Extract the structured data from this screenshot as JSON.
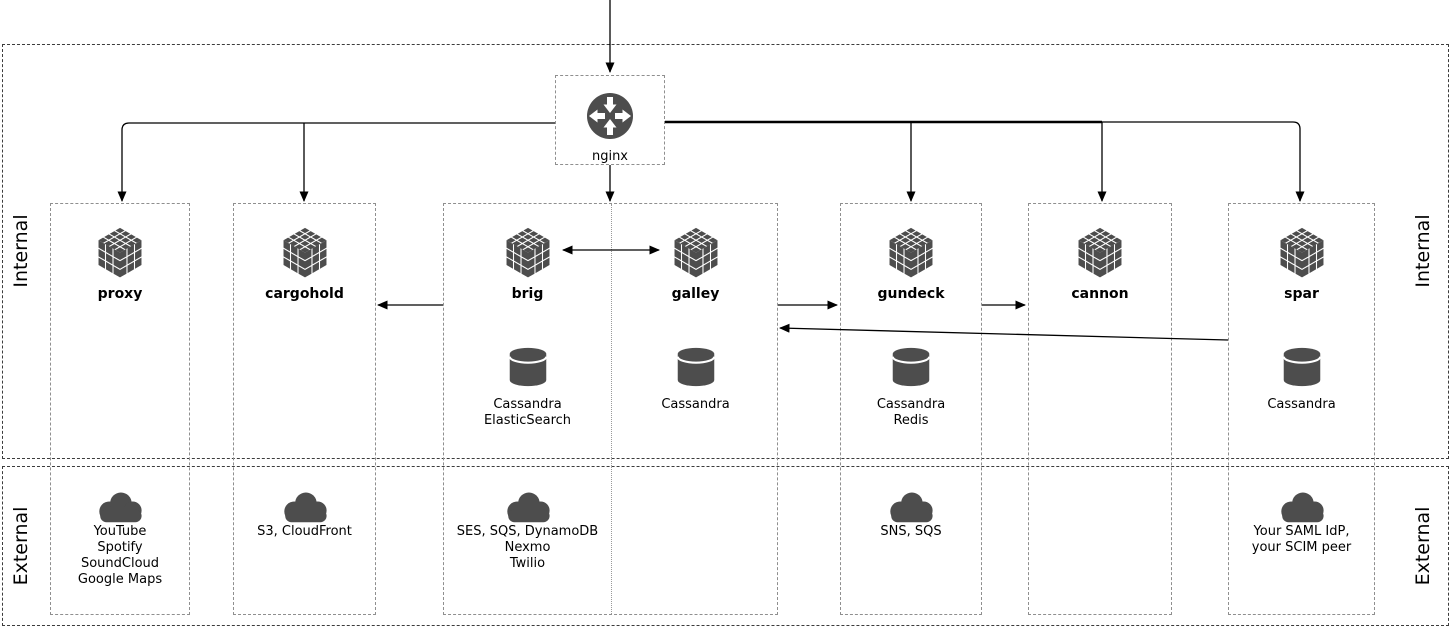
{
  "zones": {
    "internal": "Internal",
    "external": "External"
  },
  "router": {
    "label": "nginx",
    "icon": "router-icon"
  },
  "services": {
    "proxy": {
      "label": "proxy",
      "icon": "cube-icon",
      "external_icon": "cloud-icon",
      "external_lines": [
        "YouTube",
        "Spotify",
        "SoundCloud",
        "Google Maps"
      ]
    },
    "cargohold": {
      "label": "cargohold",
      "icon": "cube-icon",
      "external_icon": "cloud-icon",
      "external_lines": [
        "S3, CloudFront"
      ]
    },
    "brig": {
      "label": "brig",
      "icon": "cube-icon",
      "datastore_icon": "database-cylinder-icon",
      "datastore_lines": [
        "Cassandra",
        "ElasticSearch"
      ],
      "external_icon": "cloud-icon",
      "external_lines": [
        "SES, SQS, DynamoDB",
        "Nexmo",
        "Twilio"
      ]
    },
    "galley": {
      "label": "galley",
      "icon": "cube-icon",
      "datastore_icon": "database-cylinder-icon",
      "datastore_lines": [
        "Cassandra"
      ]
    },
    "gundeck": {
      "label": "gundeck",
      "icon": "cube-icon",
      "datastore_icon": "database-cylinder-icon",
      "datastore_lines": [
        "Cassandra",
        "Redis"
      ],
      "external_icon": "cloud-icon",
      "external_lines": [
        "SNS, SQS"
      ]
    },
    "cannon": {
      "label": "cannon",
      "icon": "cube-icon"
    },
    "spar": {
      "label": "spar",
      "icon": "cube-icon",
      "datastore_icon": "database-cylinder-icon",
      "datastore_lines": [
        "Cassandra"
      ],
      "external_icon": "cloud-icon",
      "external_lines": [
        "Your SAML IdP,",
        "your SCIM peer"
      ]
    }
  },
  "connections": [
    {
      "from": "top-edge",
      "to": "nginx"
    },
    {
      "from": "nginx",
      "to": "proxy"
    },
    {
      "from": "nginx",
      "to": "cargohold"
    },
    {
      "from": "nginx",
      "to": "brig-galley"
    },
    {
      "from": "nginx",
      "to": "gundeck"
    },
    {
      "from": "nginx",
      "to": "cannon"
    },
    {
      "from": "nginx",
      "to": "spar"
    },
    {
      "from": "brig",
      "to": "galley",
      "bidirectional": true
    },
    {
      "from": "brig",
      "to": "cargohold"
    },
    {
      "from": "brig-galley",
      "to": "gundeck"
    },
    {
      "from": "gundeck",
      "to": "cannon"
    },
    {
      "from": "spar",
      "to": "brig-galley"
    }
  ],
  "colors": {
    "icon_gray": "#4d4d4d",
    "line_black": "#000000",
    "node_border": "#8f8f8f",
    "zone_border": "#3c3c3c"
  }
}
